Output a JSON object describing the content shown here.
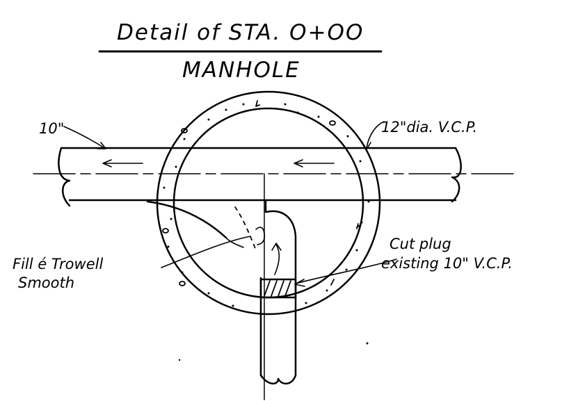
{
  "title": {
    "line1": "Detail of STA. O+OO",
    "line2": "MANHOLE"
  },
  "labels": {
    "inlet_size": "10\"",
    "outlet_pipe": "12\"dia. V.C.P.",
    "fill_line1": "Fill é Trowell",
    "fill_line2": "Smooth",
    "plug_line1": "Cut plug",
    "plug_line2": "existing 10\" V.C.P."
  },
  "colors": {
    "ink": "#000000",
    "paper": "#ffffff"
  }
}
